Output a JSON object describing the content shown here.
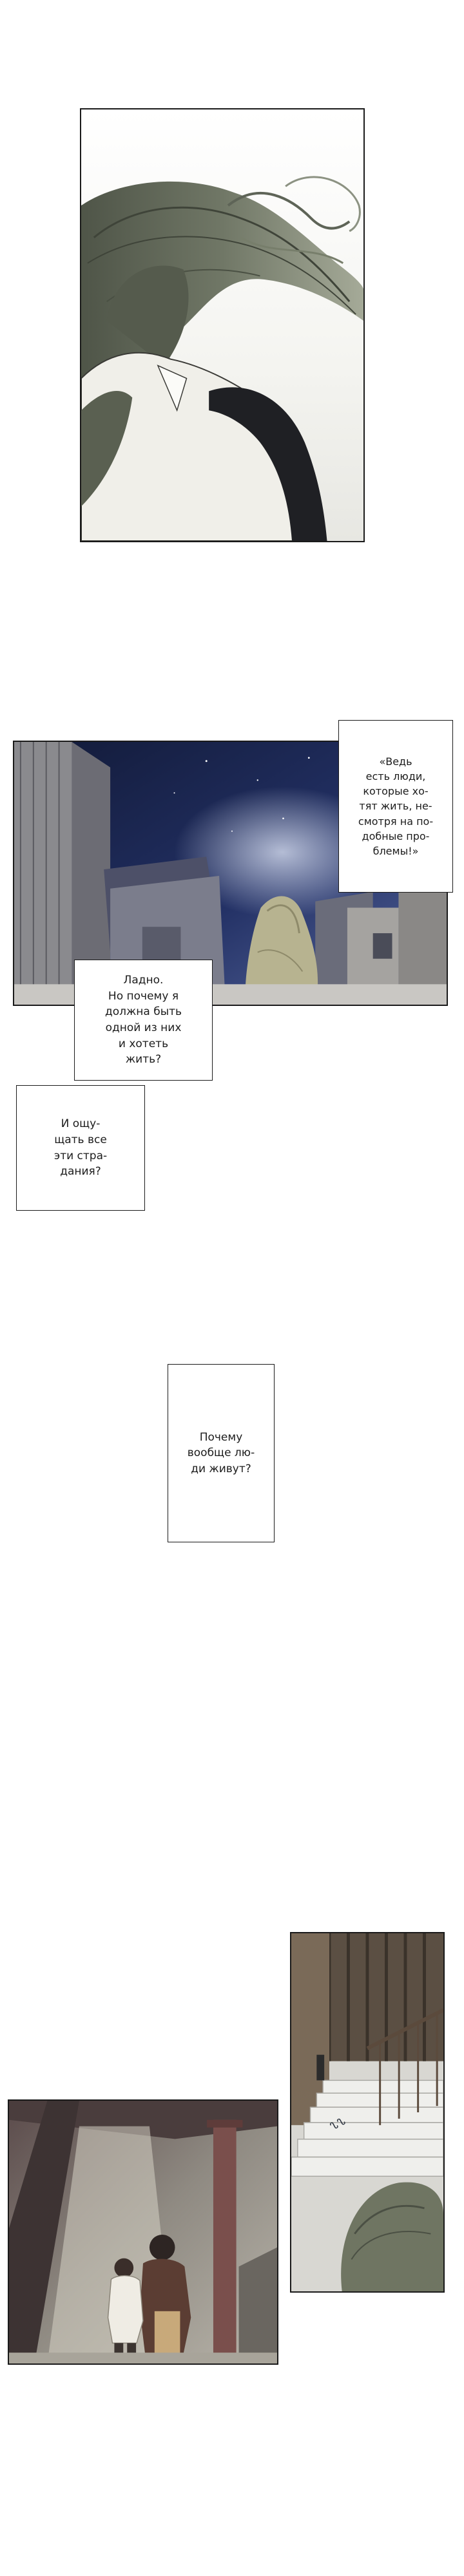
{
  "bubbles": {
    "b1": "«Ведь\nесть люди,\nкоторые хо-\nтят жить, не-\nсмотря на по-\nдобные про-\nблемы!»",
    "b2": "Ладно.\nНо почему я\nдолжна быть\nодной из них\nи хотеть\nжить?",
    "b3": "И ощу-\nщать все\nэти стра-\nдания?",
    "b4": "Почему\nвообще лю-\nди живут?"
  },
  "sfx": {
    "shiver": "ᔐᔐ"
  },
  "colors": {
    "ink": "#1a1a1a",
    "night_sky": "#1d2647",
    "hair": "#6d7362",
    "sepia": "#6e6a60",
    "dusk_red": "#7a4f4c"
  }
}
